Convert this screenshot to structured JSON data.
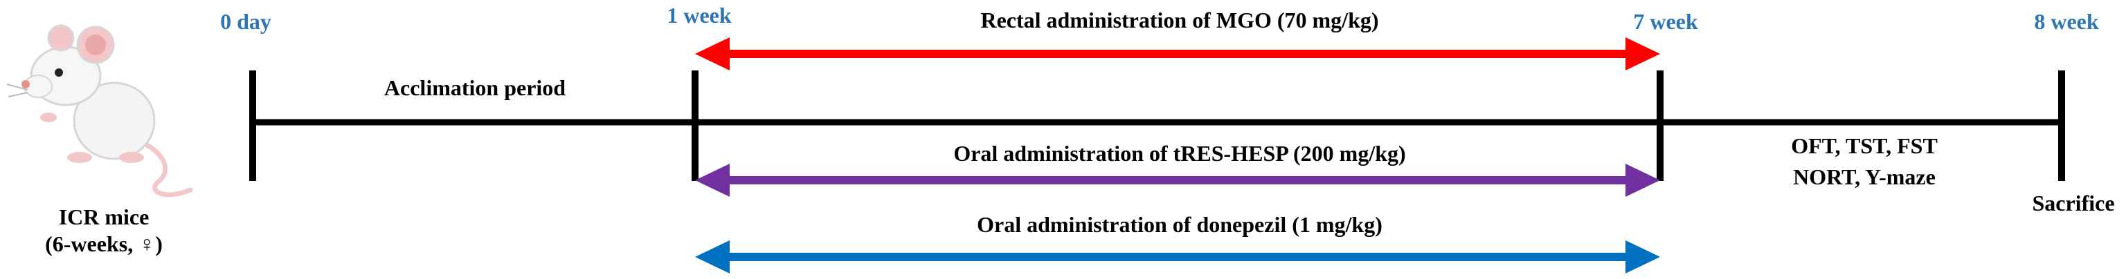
{
  "subject": {
    "label_line1": "ICR mice",
    "label_line2": "(6-weeks, ♀)",
    "icon": "mouse-icon"
  },
  "timepoints": {
    "day0": "0 day",
    "week1": "1 week",
    "week7": "7 week",
    "week8": "8 week"
  },
  "phases": {
    "acclimation": "Acclimation period",
    "tests_line1": "OFT, TST, FST",
    "tests_line2": "NORT, Y-maze",
    "sacrifice": "Sacrifice"
  },
  "treatments": {
    "mgo": "Rectal administration of MGO (70 mg/kg)",
    "tres_hesp": "Oral administration of tRES-HESP (200 mg/kg)",
    "donepezil": "Oral administration of donepezil (1 mg/kg)"
  },
  "colors": {
    "timepoint_text": "#2E75B6",
    "timeline": "#000000",
    "mgo_arrow": "#FF0000",
    "tres_hesp_arrow": "#7030A0",
    "donepezil_arrow": "#0070C0"
  }
}
